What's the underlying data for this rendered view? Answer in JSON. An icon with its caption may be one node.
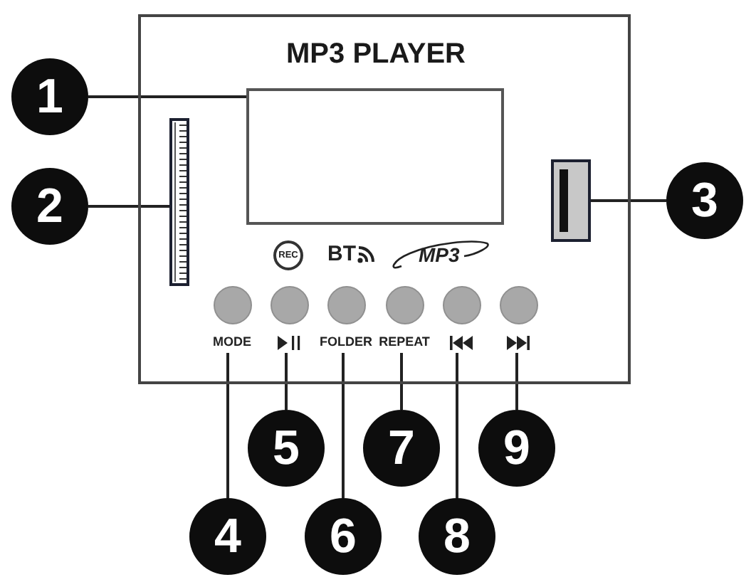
{
  "diagram": {
    "nodes": [
      {
        "text": [
          "MP3 PLAYER"
        ]
      },
      {
        "text": [
          "1"
        ]
      },
      {
        "text": [],
        "shape": "box",
        "in": 0
      },
      {
        "text": [
          "2"
        ]
      },
      {
        "text": [],
        "shape": "bar",
        "in": 0
      },
      {
        "text": [],
        "shape": "box",
        "in": 0
      },
      {
        "text": [
          "3"
        ]
      },
      {
        "text": [],
        "shape": "circle",
        "in": 0,
        "beside": [
          "MODE"
        ]
      },
      {
        "text": [],
        "shape": "circle",
        "in": 0
      },
      {
        "text": [],
        "shape": "circle",
        "in": 0,
        "beside": [
          "FOLDER"
        ]
      },
      {
        "text": [],
        "shape": "circle",
        "in": 0,
        "beside": [
          "REPEAT"
        ]
      },
      {
        "text": [],
        "shape": "circle",
        "in": 0
      },
      {
        "text": [],
        "shape": "circle",
        "in": 0
      },
      {
        "text": [
          "5"
        ]
      },
      {
        "text": [
          "7"
        ]
      },
      {
        "text": [
          "9"
        ]
      },
      {
        "text": [
          "4"
        ]
      },
      {
        "text": [
          "6"
        ]
      },
      {
        "text": [
          "8"
        ]
      }
    ],
    "edges": [
      {
        "from": 1,
        "to": 2,
        "arrow": "none"
      },
      {
        "from": 3,
        "to": 4,
        "arrow": "none"
      },
      {
        "from": 6,
        "to": 5,
        "arrow": "none"
      },
      {
        "from": 16,
        "to": 7,
        "arrow": "none"
      },
      {
        "from": 13,
        "to": 8,
        "arrow": "none"
      },
      {
        "from": 17,
        "to": 9,
        "arrow": "none"
      },
      {
        "from": 14,
        "to": 10,
        "arrow": "none"
      },
      {
        "from": 18,
        "to": 11,
        "arrow": "none"
      },
      {
        "from": 15,
        "to": 12,
        "arrow": "none"
      }
    ],
    "labels": [
      "REC",
      "BT",
      "MP3"
    ]
  }
}
